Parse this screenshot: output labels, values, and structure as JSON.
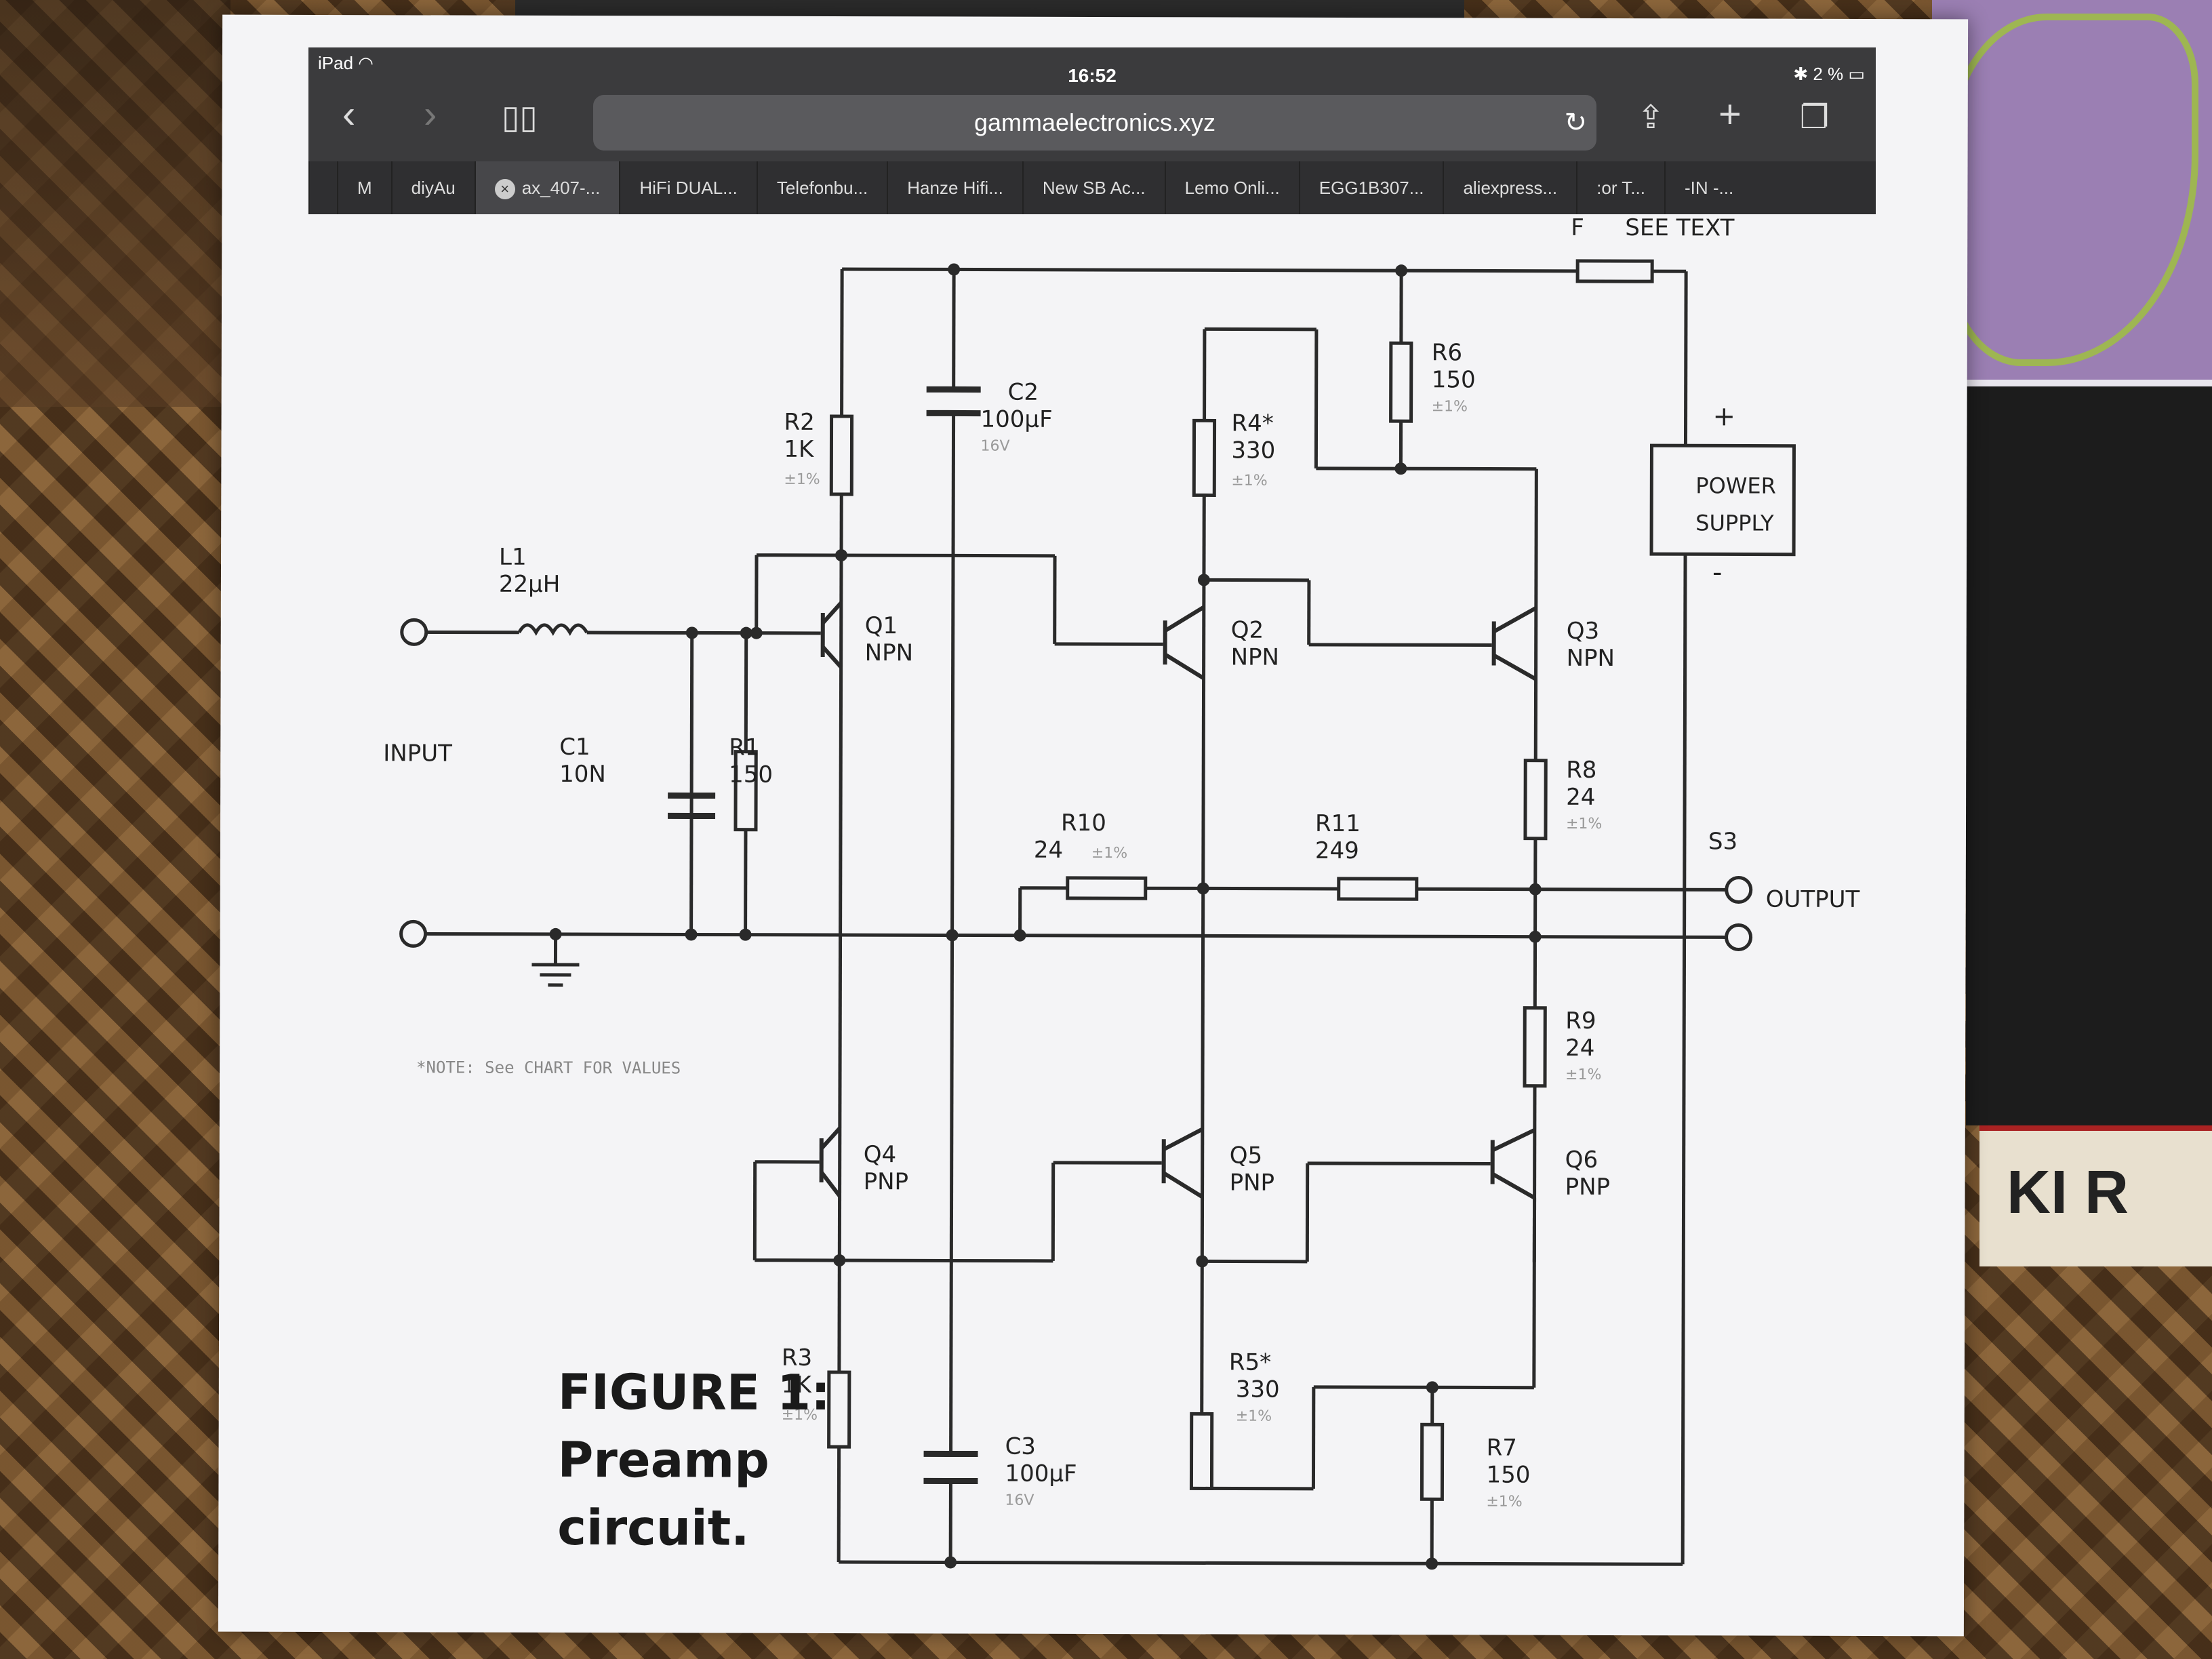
{
  "status_bar": {
    "device": "iPad",
    "time": "16:52",
    "battery": "2 %"
  },
  "browser": {
    "url": "gammaelectronics.xyz",
    "tabs": [
      "M",
      "diyAu",
      "ax_407-...",
      "HiFi DUAL...",
      "Telefonbu...",
      "Hanze Hifi...",
      "New SB Ac...",
      "Lemo Onli...",
      "EGG1B307...",
      "aliexpress...",
      ":or T...",
      "-IN -..."
    ]
  },
  "schematic": {
    "fuse": "F",
    "fuse_note": "SEE TEXT",
    "L1": "L1",
    "L1_val": "22µH",
    "C1": "C1",
    "C1_val": "10N",
    "C2": "C2",
    "C2_val": "100µF",
    "C2_v": "16V",
    "C3": "C3",
    "C3_val": "100µF",
    "C3_v": "16V",
    "R1": "R1",
    "R1_val": "150",
    "R2": "R2",
    "R2_val": "1K",
    "R3": "R3",
    "R3_val": "1K",
    "R4": "R4*",
    "R4_val": "330",
    "R5": "R5*",
    "R5_val": "330",
    "R6": "R6",
    "R6_val": "150",
    "R7": "R7",
    "R7_val": "150",
    "R8": "R8",
    "R8_val": "24",
    "R9": "R9",
    "R9_val": "24",
    "R10": "R10",
    "R10_val": "24",
    "R11": "R11",
    "R11_val": "249",
    "tol": "±1%",
    "Q1": "Q1",
    "Q2": "Q2",
    "Q3": "Q3",
    "Q4": "Q4",
    "Q5": "Q5",
    "Q6": "Q6",
    "npn": "NPN",
    "pnp": "PNP",
    "input": "INPUT",
    "output": "OUTPUT",
    "s3": "S3",
    "psu_line1": "POWER",
    "psu_line2": "SUPPLY",
    "plus": "+",
    "minus": "-",
    "note": "*NOTE: See CHART FOR VALUES"
  },
  "caption": {
    "line1": "FIGURE 1:",
    "line2": "Preamp",
    "line3": "circuit."
  }
}
